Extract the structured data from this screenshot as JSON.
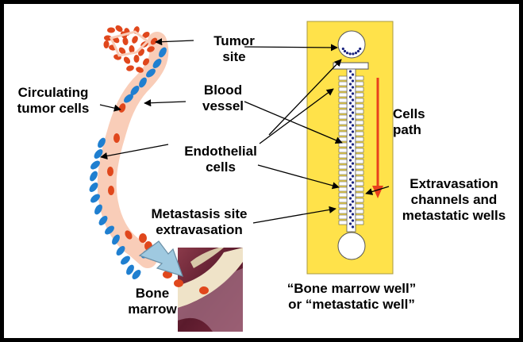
{
  "labels": {
    "tumor_site": [
      "Tumor",
      "site"
    ],
    "circulating_tumor_cells": [
      "Circulating",
      "tumor cells"
    ],
    "blood_vessel": [
      "Blood",
      "vessel"
    ],
    "endothelial_cells": [
      "Endothelial",
      "cells"
    ],
    "metastasis_site": [
      "Metastasis site",
      "extravasation"
    ],
    "bone_marrow": [
      "Bone",
      "marrow"
    ],
    "cells_path": [
      "Cells",
      "path"
    ],
    "extravasation_channels": [
      "Extravasation",
      "channels and",
      "metastatic wells"
    ],
    "caption": [
      "“Bone marrow well”",
      "or “metastatic well”"
    ]
  },
  "colors": {
    "frame": "#000000",
    "chip": "#FFE24A",
    "vessel": "#F9CDB8",
    "tumor_cell": "#E0471C",
    "endothelial_cell": "#1F7FD0",
    "channel_cells": "#1A237E",
    "cells_path_arrow": "#E8401C",
    "extravasation_arrow": "#9FC9E0",
    "bone": "#6B2438"
  }
}
